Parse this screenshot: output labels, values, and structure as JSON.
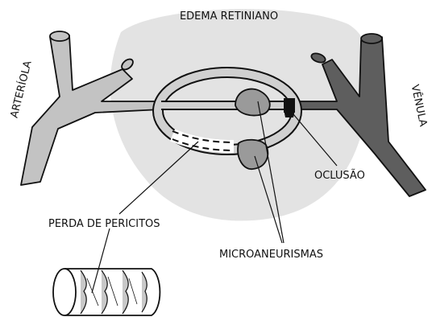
{
  "labels": {
    "edema": "EDEMA RETINIANO",
    "arteriole": "ARTERÍOLA",
    "venule": "VÊNULA",
    "occlusion": "OCLUSÃO",
    "pericyte_loss": "PERDA DE PERICITOS",
    "microaneurysms": "MICROANEURISMAS"
  },
  "colors": {
    "edema": "#e3e3e3",
    "arteriole": "#c3c3c3",
    "capillary": "#d0d0d0",
    "venule": "#5e5e5e",
    "aneurysm": "#9a9a9a",
    "occlusion": "#111111",
    "outline": "#111111"
  },
  "icons": {
    "capillary_cross_section": "cylinder-with-pericytes"
  }
}
